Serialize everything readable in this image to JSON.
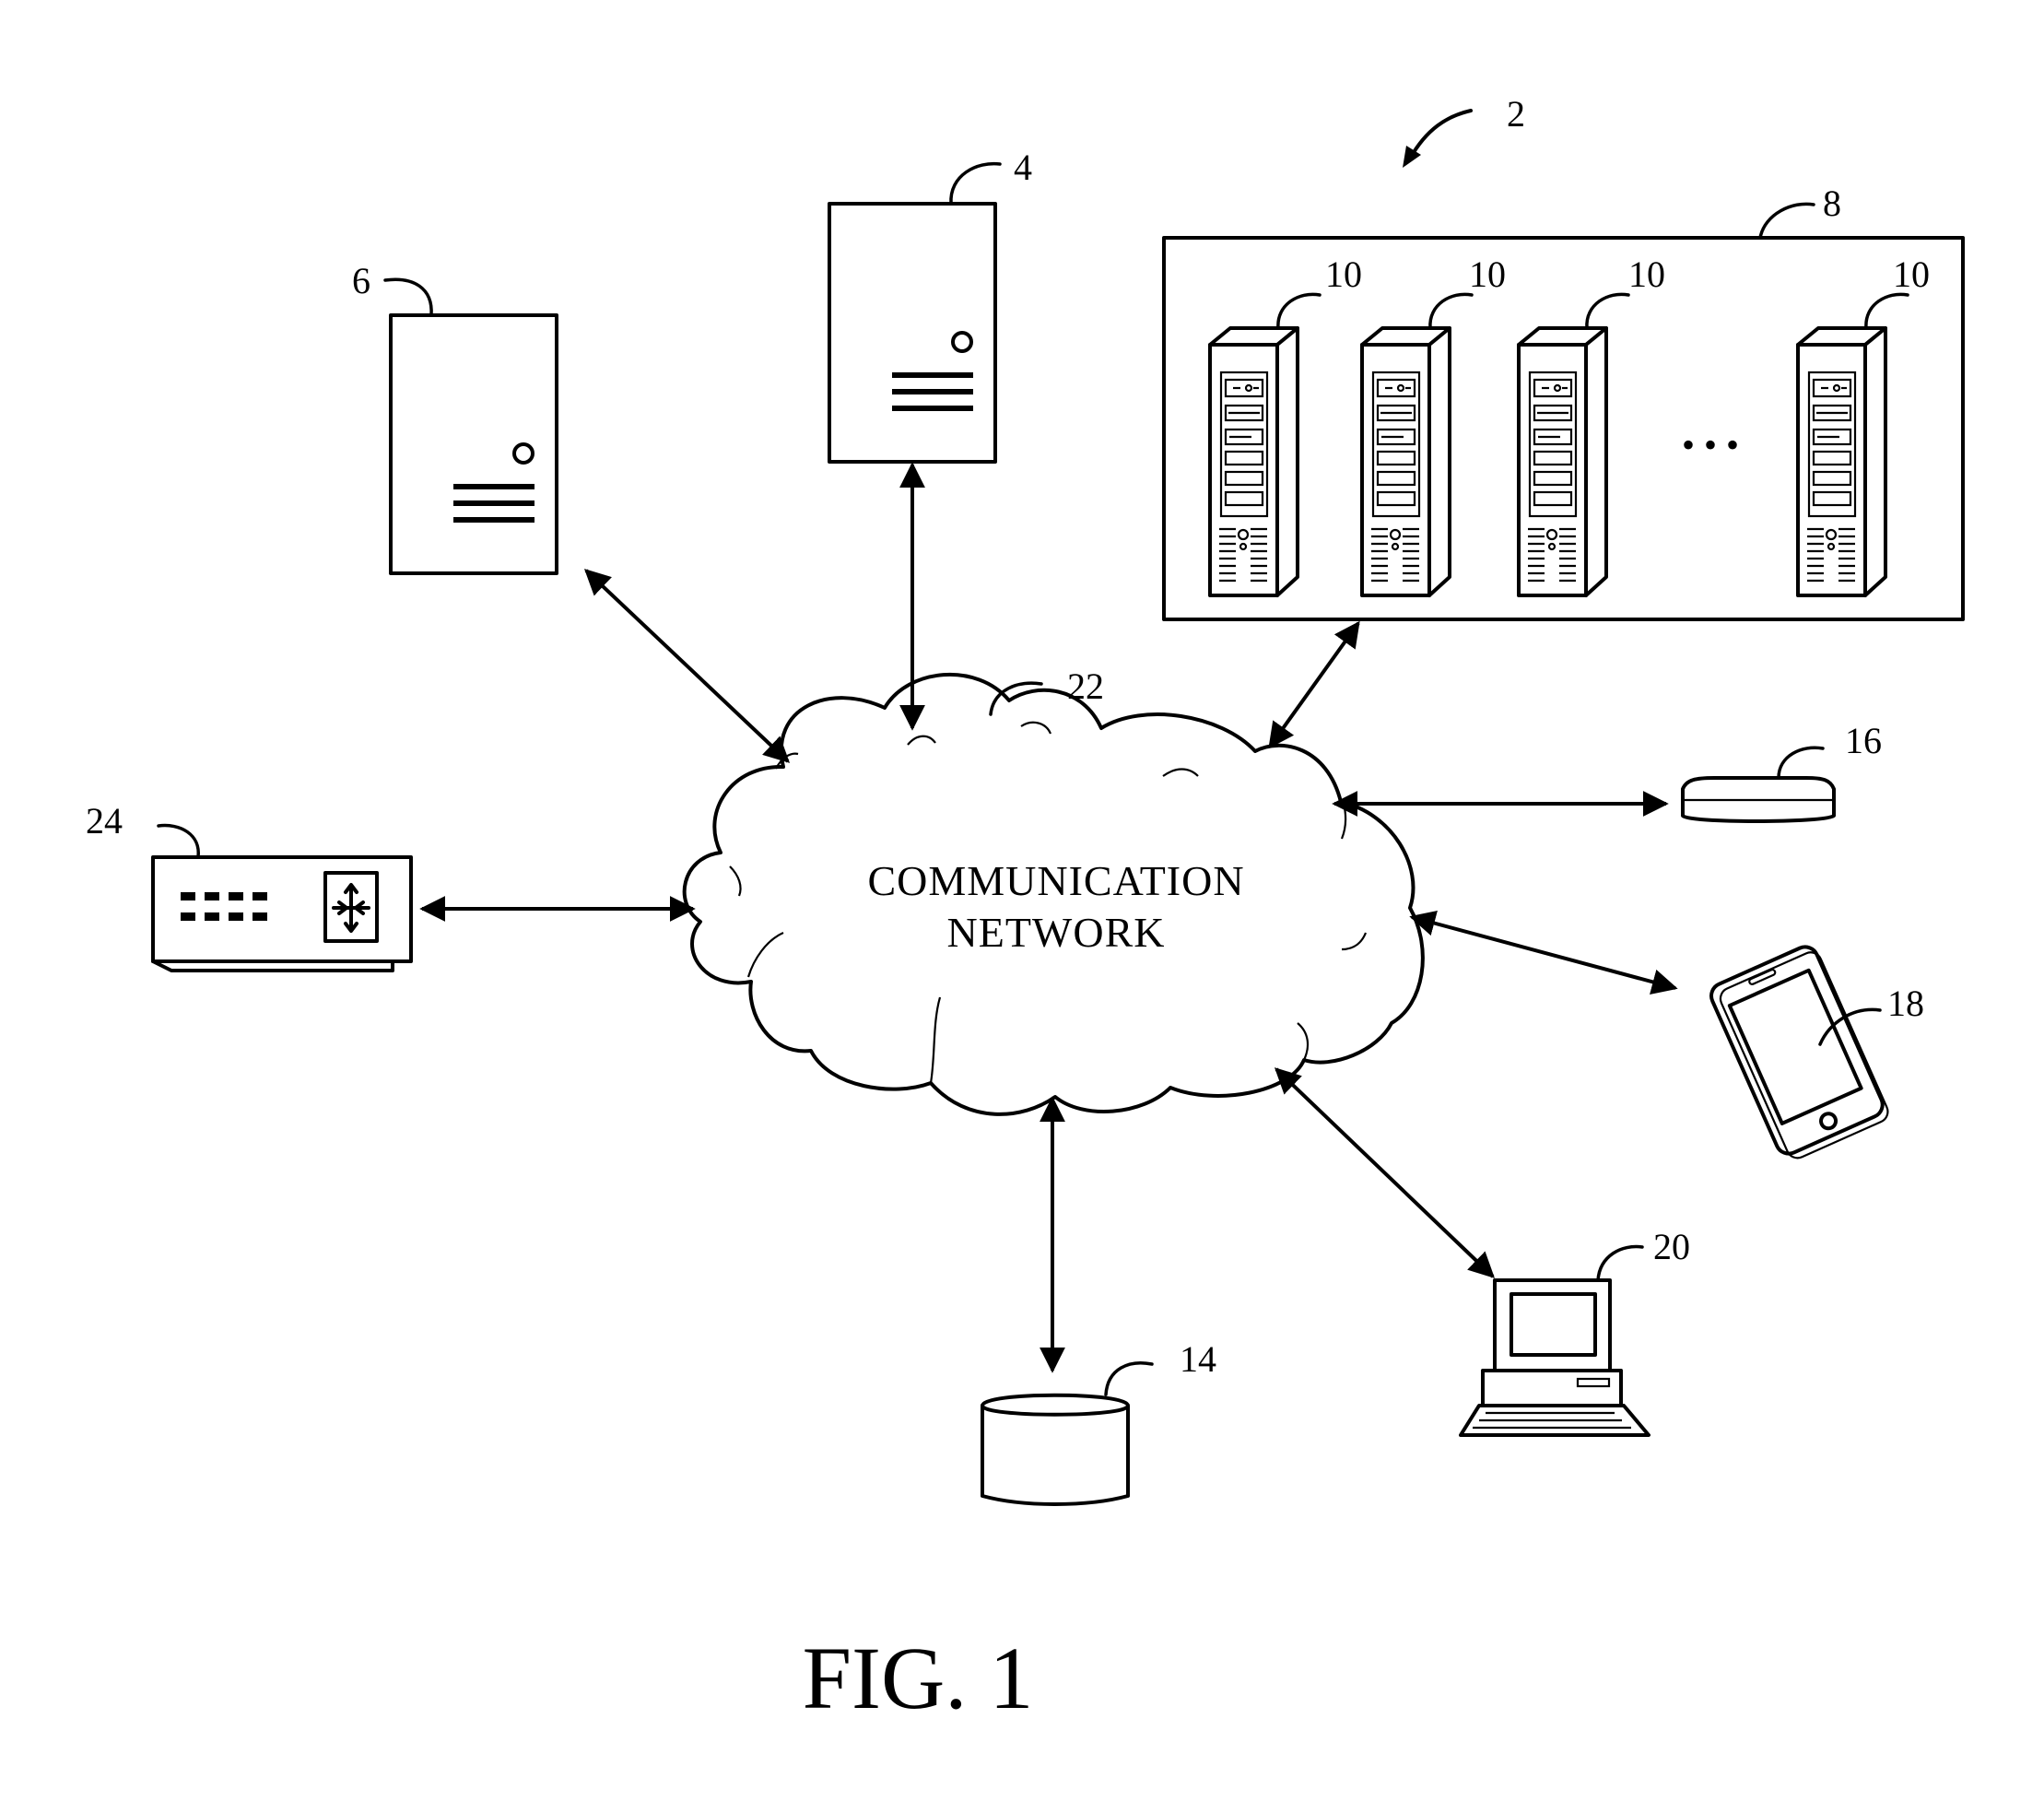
{
  "figure": {
    "caption": "FIG. 1"
  },
  "network": {
    "label_line1": "COMMUNICATION",
    "label_line2": "NETWORK",
    "ref": "22"
  },
  "refs": {
    "system": "2",
    "server_4": "4",
    "server_6": "6",
    "cluster": "8",
    "node_a": "10",
    "node_b": "10",
    "node_c": "10",
    "node_d": "10",
    "storage_14": "14",
    "device_16": "16",
    "phone_18": "18",
    "computer_20": "20",
    "router_24": "24"
  },
  "cluster": {
    "ellipsis": "• • •"
  },
  "icons": {
    "server": "server-tower-icon",
    "rack": "rack-server-icon",
    "database": "database-cylinder-icon",
    "disk": "disk-drive-icon",
    "phone": "smartphone-icon",
    "computer": "desktop-computer-icon",
    "router": "network-switch-icon",
    "cloud": "cloud-icon"
  },
  "colors": {
    "ink": "#000000",
    "paper": "#ffffff"
  }
}
